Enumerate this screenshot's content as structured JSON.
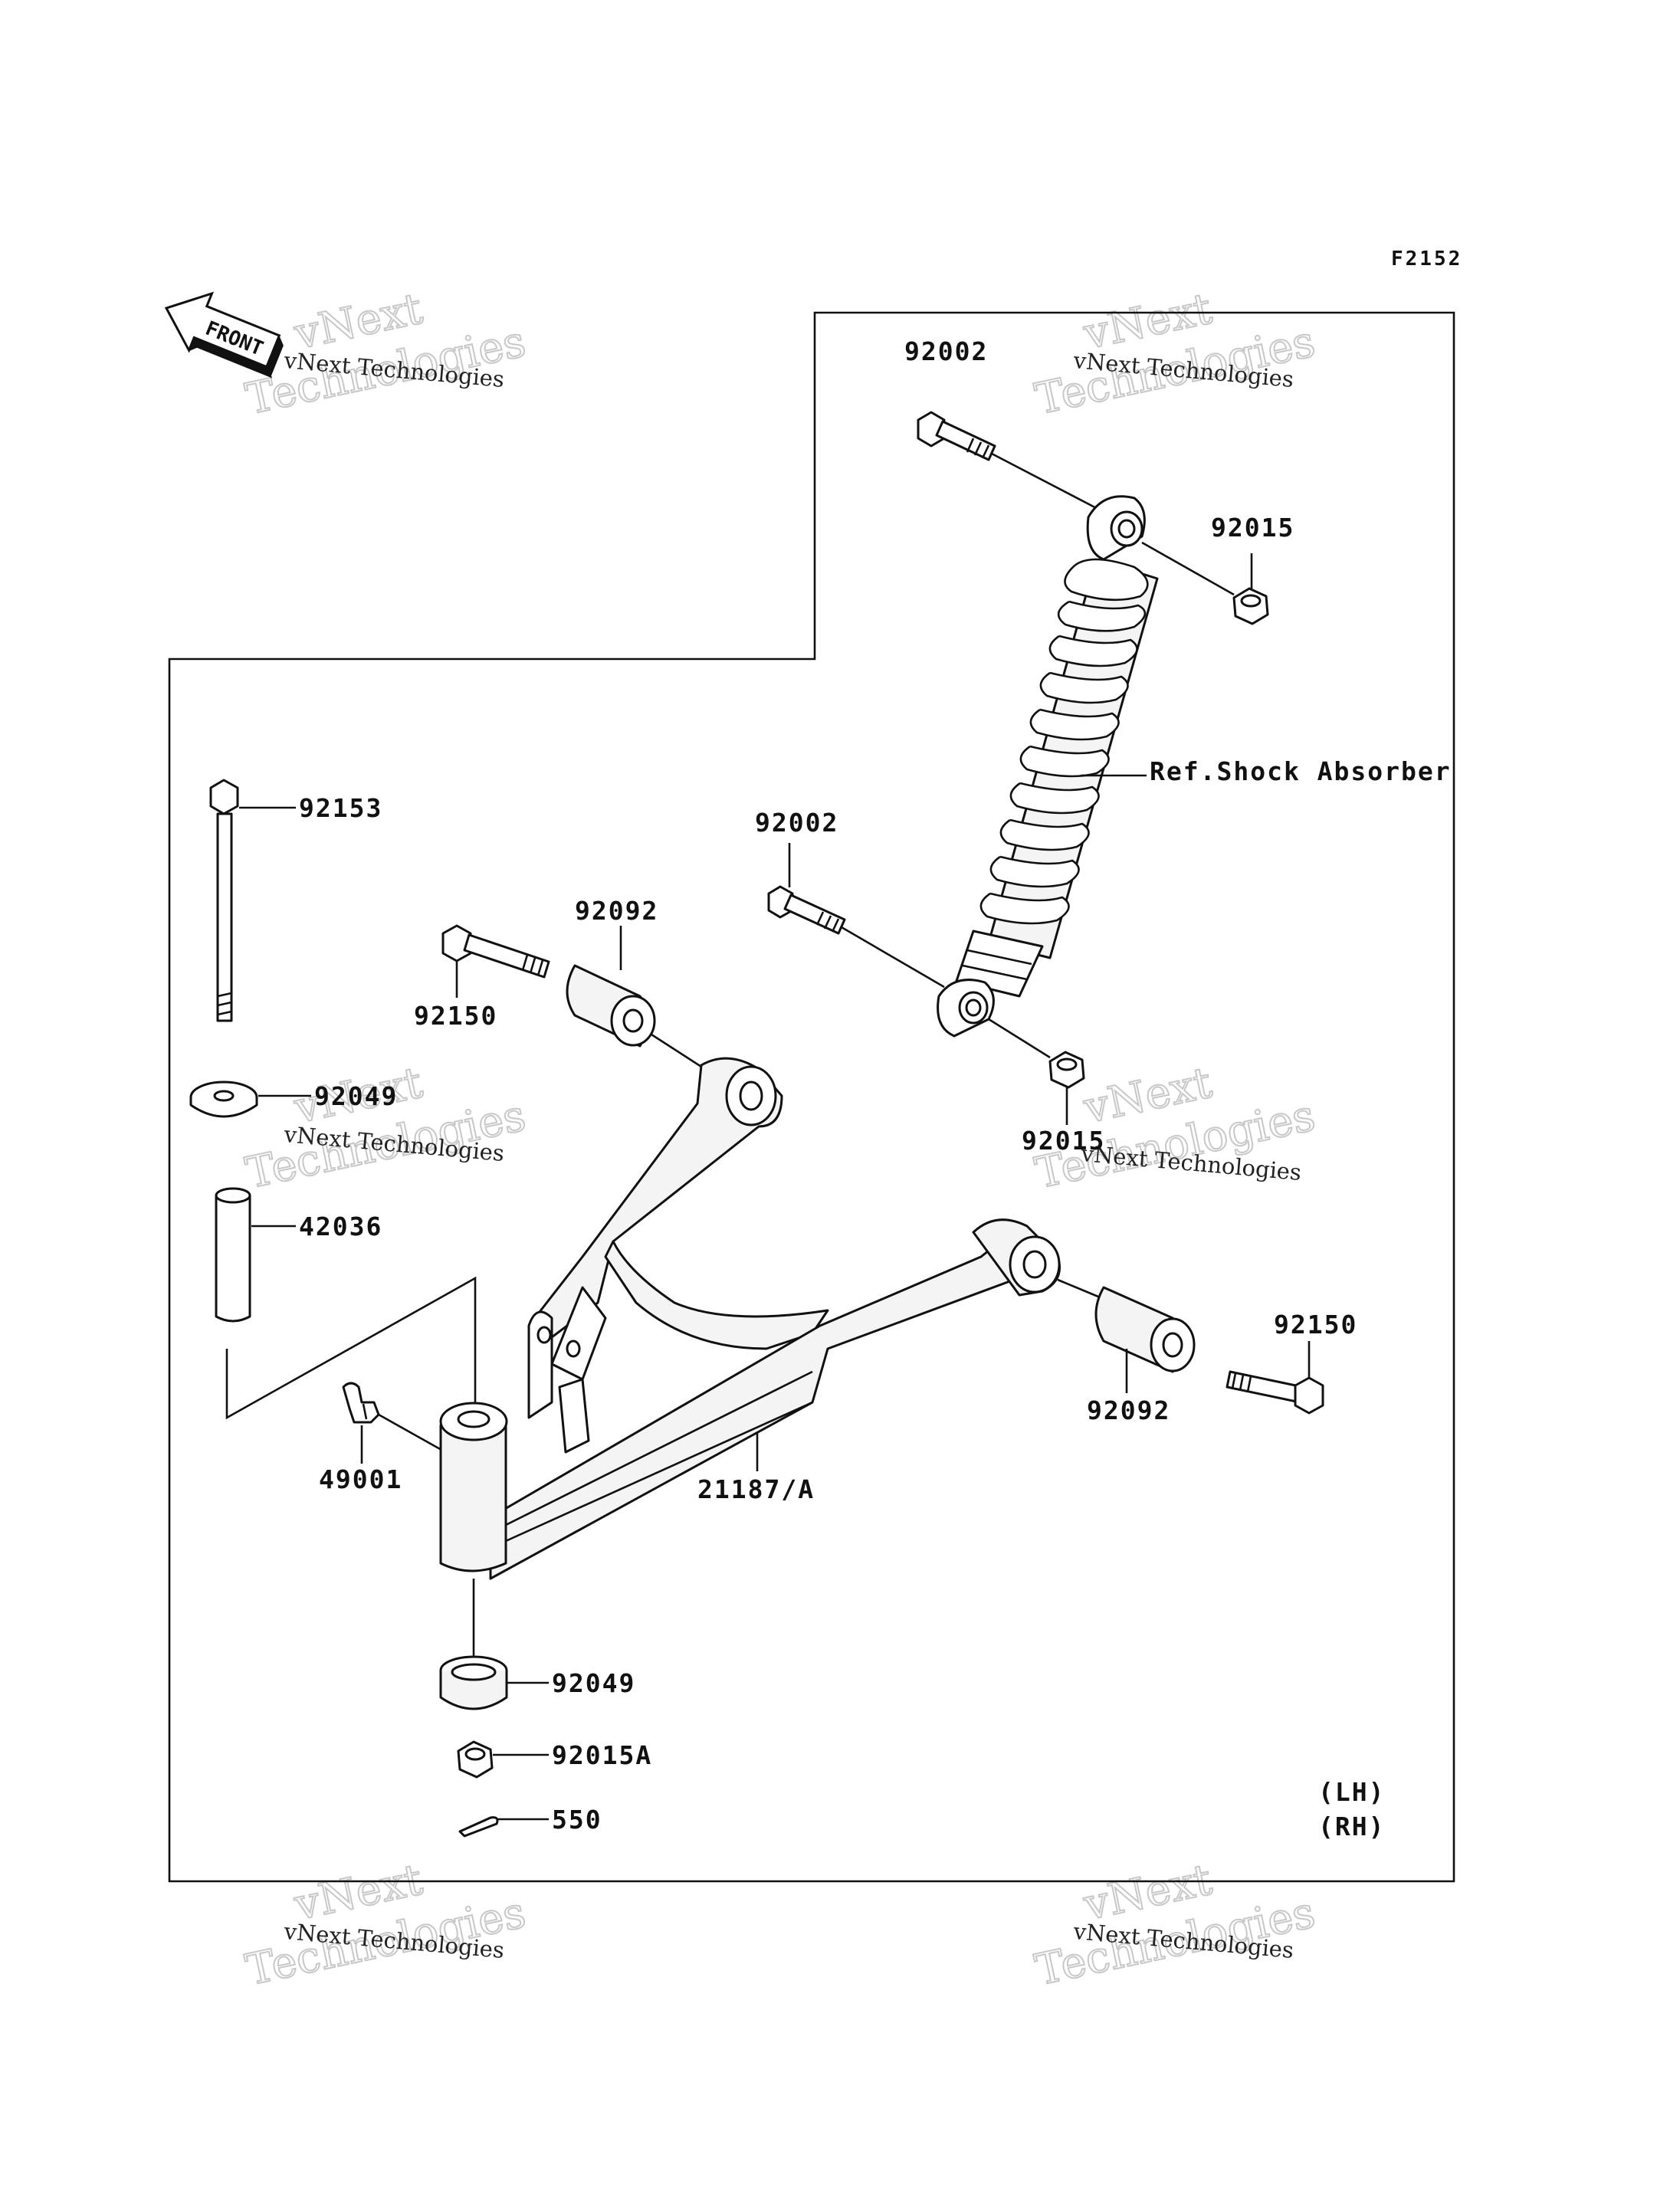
{
  "figure_ref": "F2152",
  "front_arrow": {
    "label": "FRONT"
  },
  "part_labels": {
    "p92002_top": "92002",
    "p92015_top": "92015",
    "ref_shock": "Ref.Shock Absorber",
    "p92002_mid": "92002",
    "p92015_mid": "92015",
    "p92153": "92153",
    "p92150_left": "92150",
    "p92092_left": "92092",
    "p92049_top": "92049",
    "p42036": "42036",
    "p49001": "49001",
    "p21187": "21187/A",
    "p92092_right": "92092",
    "p92150_right": "92150",
    "p92049_bottom": "92049",
    "p92015a": "92015A",
    "p550": "550"
  },
  "side_notes": {
    "lh": "(LH)",
    "rh": "(RH)"
  },
  "watermark": {
    "large_line1": "vNext",
    "large_line2": "Technologies",
    "small": "vNext Technologies"
  }
}
